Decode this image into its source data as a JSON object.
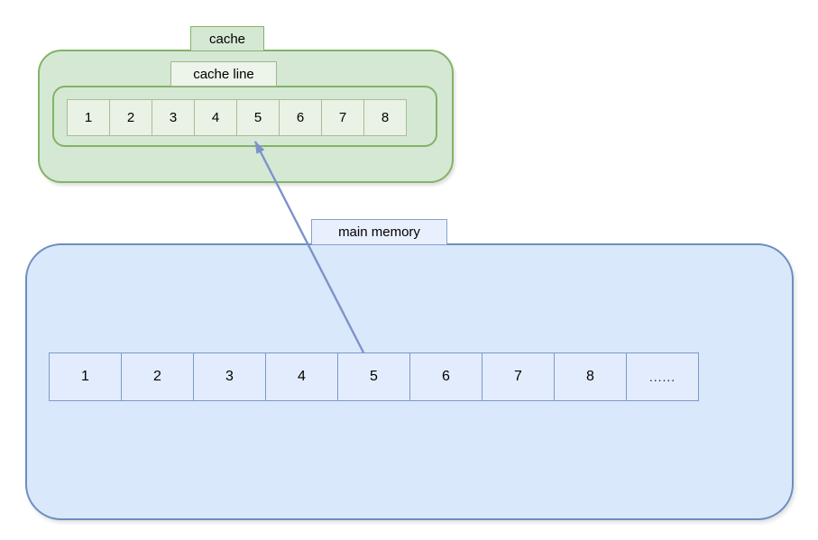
{
  "cache": {
    "label": "cache",
    "cache_line": {
      "label": "cache line",
      "cells": [
        "1",
        "2",
        "3",
        "4",
        "5",
        "6",
        "7",
        "8"
      ]
    }
  },
  "main_memory": {
    "label": "main memory",
    "cells": [
      "1",
      "2",
      "3",
      "4",
      "5",
      "6",
      "7",
      "8",
      "......"
    ]
  },
  "arrow": {
    "from": "main-memory-cell-5",
    "to": "cache-line-cell-5",
    "color": "#7d92cb"
  },
  "colors": {
    "cache_fill": "#d5e8d4",
    "cache_border": "#82b366",
    "cache_cell_fill": "#e9f2e4",
    "cache_cell_border": "#a7bc99",
    "memory_fill": "#dae8fc",
    "memory_border": "#6c8ebf",
    "memory_cell_fill": "#e3ecfc",
    "memory_cell_border": "#7d99c8"
  }
}
